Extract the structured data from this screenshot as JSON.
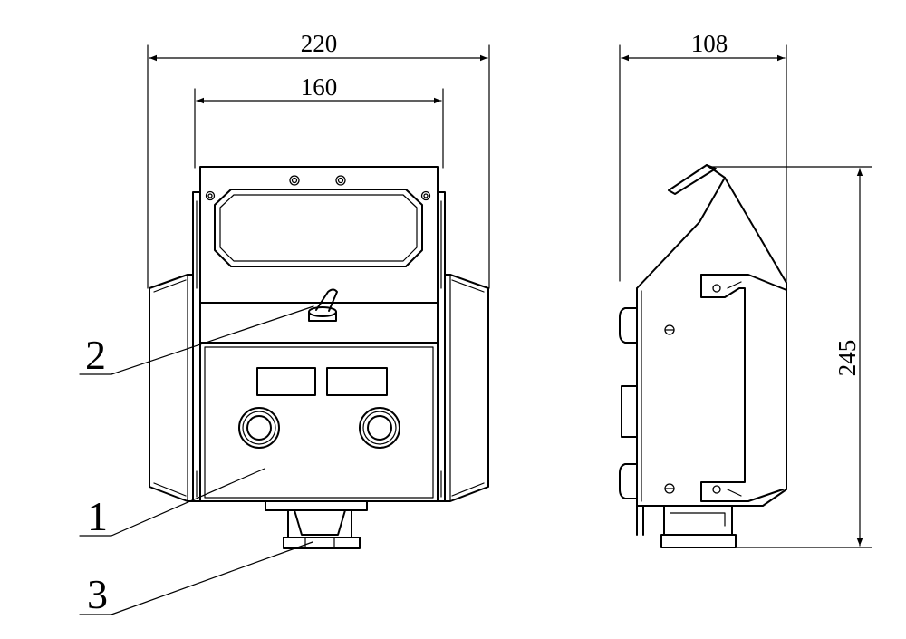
{
  "dimensions": {
    "overall_width": "220",
    "inner_width": "160",
    "depth": "108",
    "height": "245"
  },
  "callouts": {
    "item_1": "1",
    "item_2": "2",
    "item_3": "3"
  },
  "colors": {
    "line": "#000000",
    "background": "#ffffff"
  }
}
